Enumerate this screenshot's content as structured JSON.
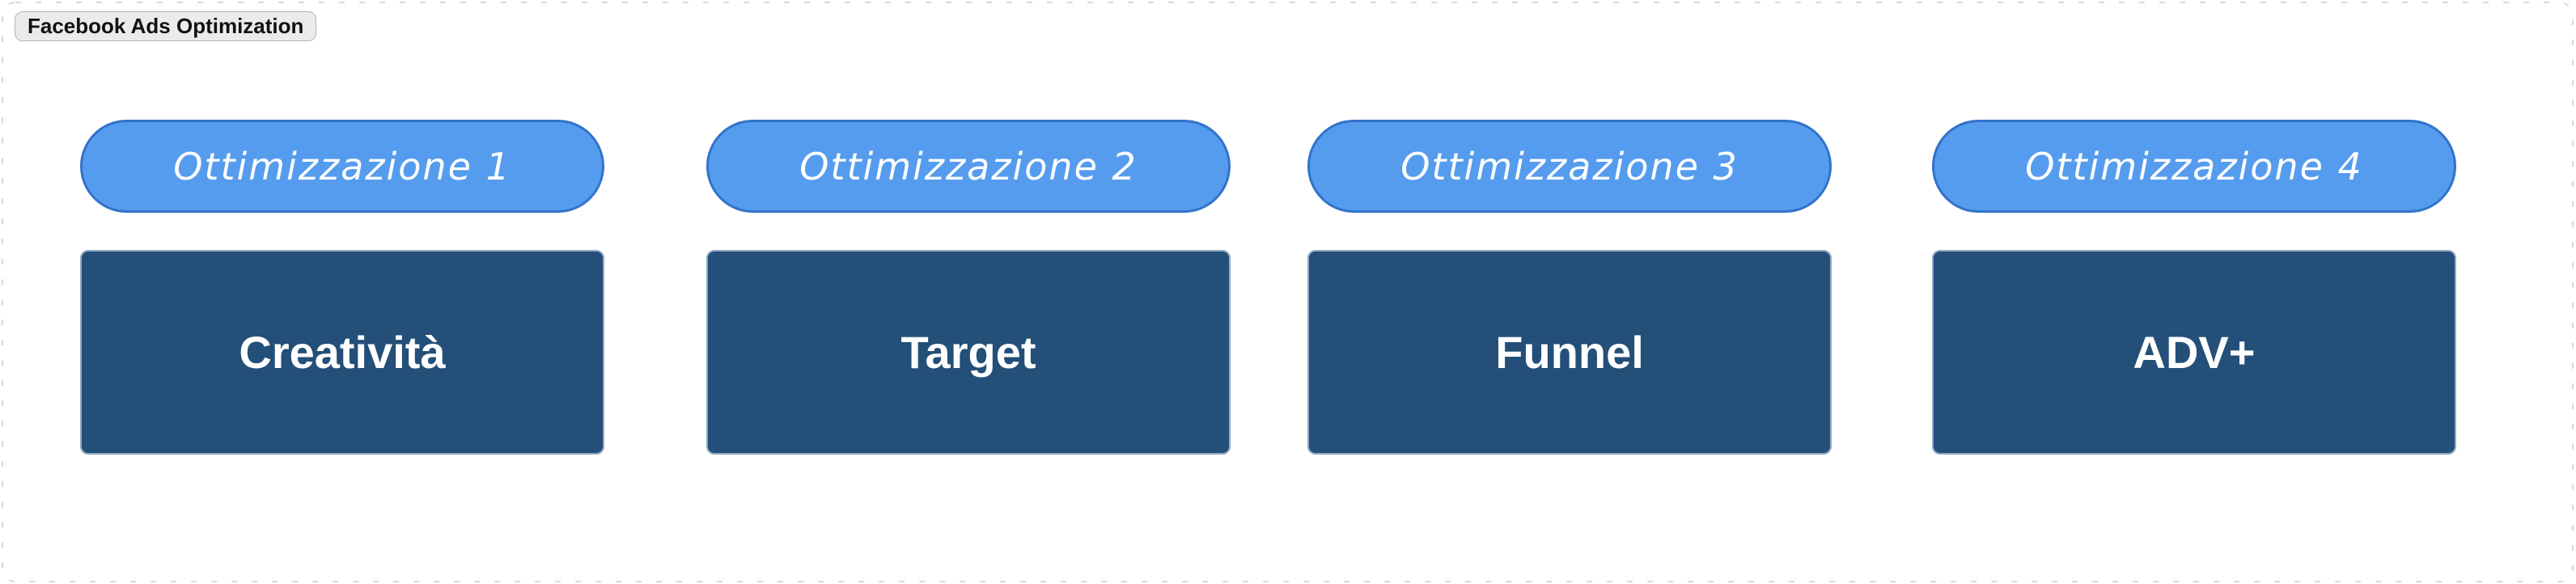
{
  "frame": {
    "title": "Facebook Ads Optimization"
  },
  "colors": {
    "chip_bg": "#ebebeb",
    "chip_border": "#b5b5b5",
    "chip_text": "#111111",
    "frame_dash": "#d8d8d8",
    "pill_fill": "#559CEF",
    "pill_border": "#3273C9",
    "pill_text": "#ffffff",
    "box_fill": "#234F78",
    "box_border": "#93AAC2",
    "box_text": "#ffffff"
  },
  "columns": [
    {
      "pill_label": "Ottimizzazione 1",
      "box_label": "Creatività"
    },
    {
      "pill_label": "Ottimizzazione 2",
      "box_label": "Target"
    },
    {
      "pill_label": "Ottimizzazione 3",
      "box_label": "Funnel"
    },
    {
      "pill_label": "Ottimizzazione 4",
      "box_label": "ADV+"
    }
  ]
}
